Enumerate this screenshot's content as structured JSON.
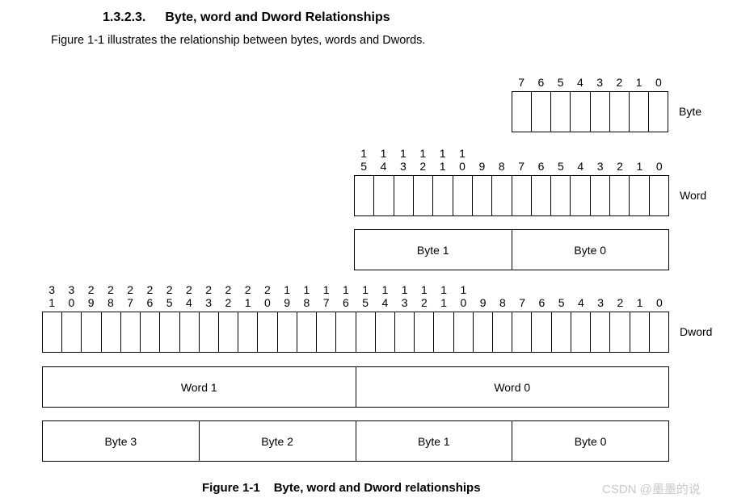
{
  "page": {
    "heading_number": "1.3.2.3.",
    "heading_title": "Byte, word and Dword Relationships",
    "intro": "Figure 1-1 illustrates the relationship between bytes, words and Dwords.",
    "caption_prefix": "Figure 1-1",
    "caption_title": "Byte, word and Dword relationships",
    "watermark": "CSDN @墨墨的说"
  },
  "diagram": {
    "byte": {
      "label": "Byte",
      "bits": [
        "7",
        "6",
        "5",
        "4",
        "3",
        "2",
        "1",
        "0"
      ]
    },
    "word": {
      "label": "Word",
      "bits": [
        "15",
        "14",
        "13",
        "12",
        "11",
        "10",
        "9",
        "8",
        "7",
        "6",
        "5",
        "4",
        "3",
        "2",
        "1",
        "0"
      ]
    },
    "word_bytes": [
      "Byte 1",
      "Byte 0"
    ],
    "dword": {
      "label": "Dword",
      "bits": [
        "31",
        "30",
        "29",
        "28",
        "27",
        "26",
        "25",
        "24",
        "23",
        "22",
        "21",
        "20",
        "19",
        "18",
        "17",
        "16",
        "15",
        "14",
        "13",
        "12",
        "11",
        "10",
        "9",
        "8",
        "7",
        "6",
        "5",
        "4",
        "3",
        "2",
        "1",
        "0"
      ]
    },
    "dword_words": [
      "Word 1",
      "Word 0"
    ],
    "dword_bytes": [
      "Byte 3",
      "Byte 2",
      "Byte 1",
      "Byte 0"
    ]
  },
  "colors": {
    "background": "#ffffff",
    "text": "#000000",
    "border": "#000000",
    "watermark": "#c9c9c9"
  }
}
